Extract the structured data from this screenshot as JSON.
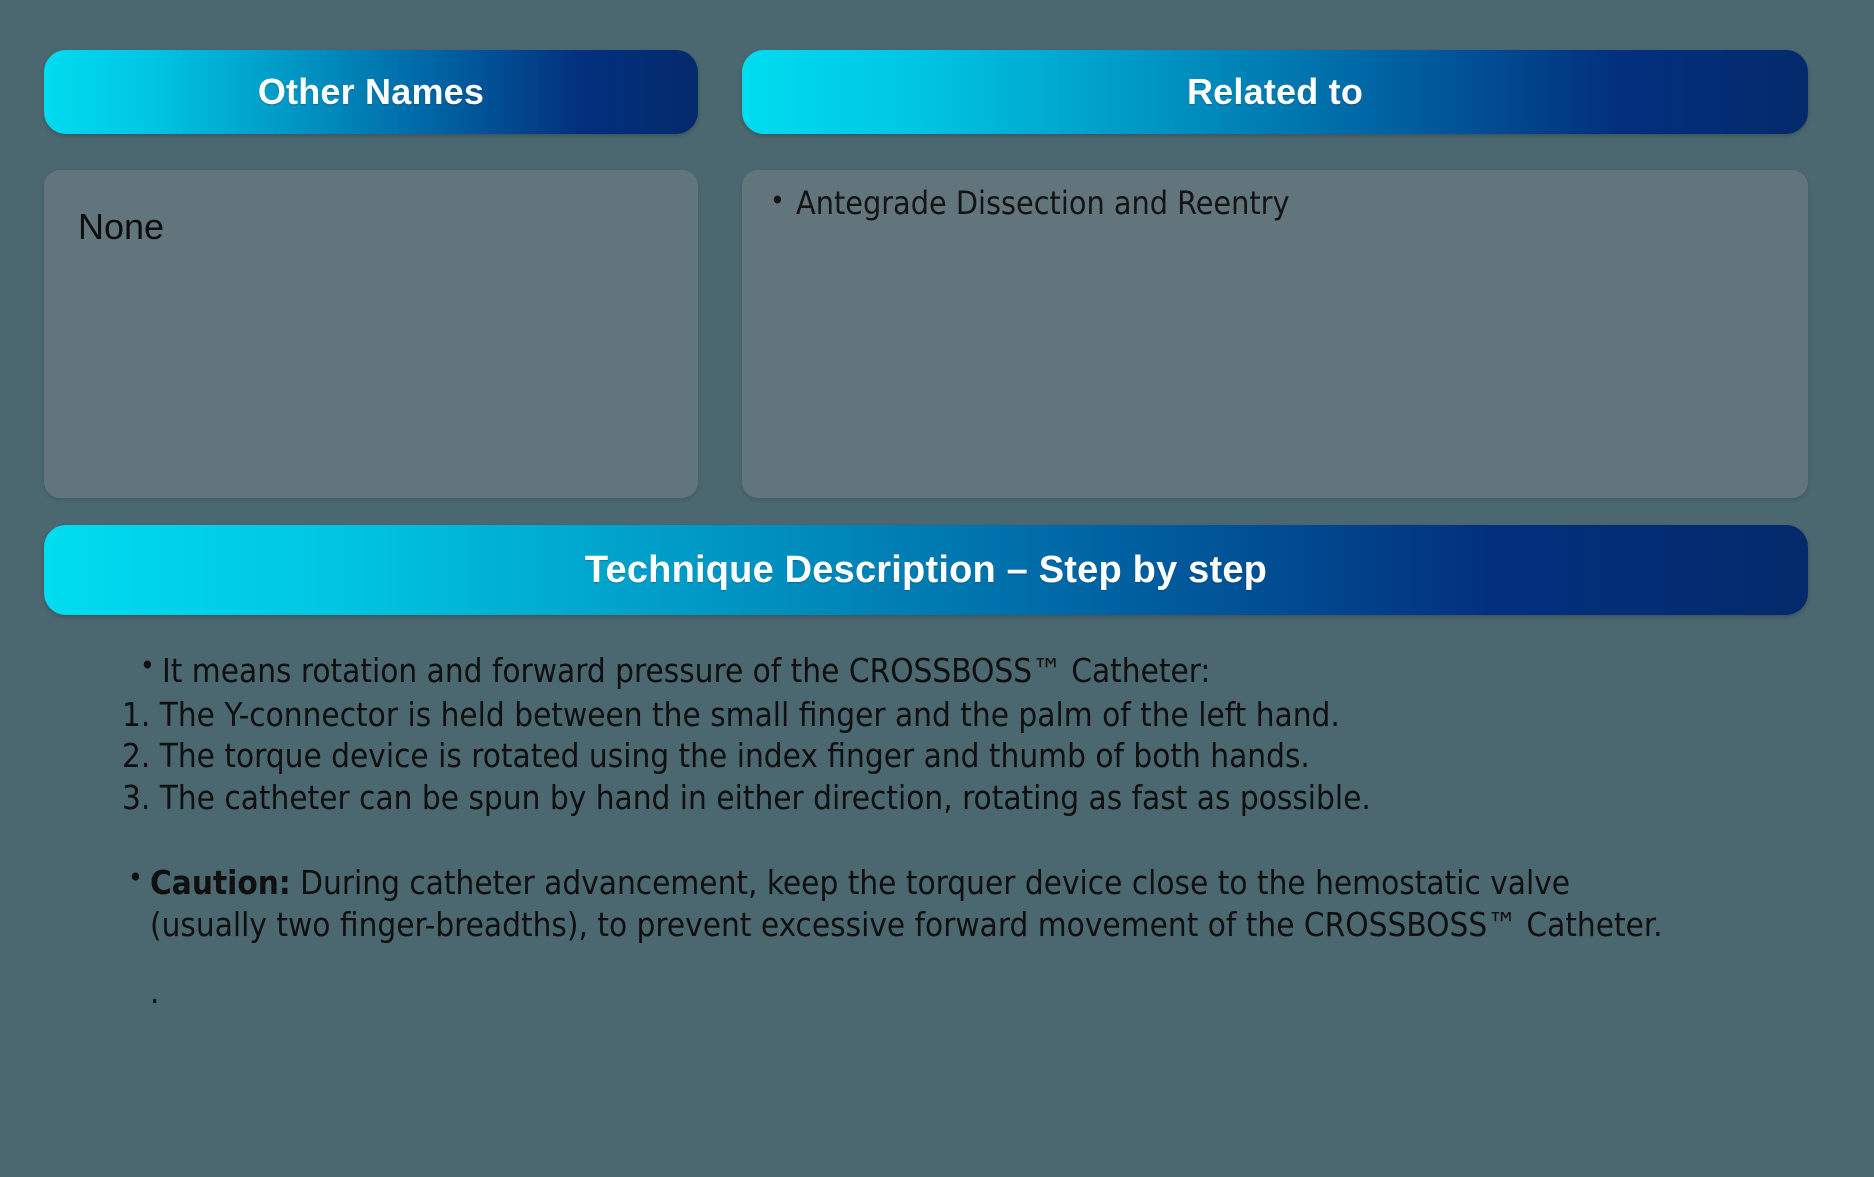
{
  "background_color": "#4b6770",
  "panel_color": "#63757c",
  "accent_gradient": {
    "from": "#00dcf0",
    "mid": "#0097c4",
    "to": "#042a6b"
  },
  "headers": {
    "other_names": "Other Names",
    "related_to": "Related to",
    "technique": "Technique Description – Step by step"
  },
  "other_names_panel": {
    "text": "None"
  },
  "related_to_panel": {
    "items": [
      "Antegrade Dissection and Reentry"
    ]
  },
  "technique": {
    "intro_bullet": "It means rotation and forward pressure of the CROSSBOSS™ Catheter:",
    "steps": [
      "1. The Y-connector is held between the small finger and the palm of the left hand.",
      "2. The torque device is rotated using the index finger and thumb of both hands.",
      "3. The catheter can be spun by hand in either direction, rotating as fast as possible."
    ],
    "caution_label": "Caution:",
    "caution_text": " During catheter advancement, keep the torquer device close to the hemostatic valve (usually two finger-breadths), to prevent excessive forward movement of the CROSSBOSS™ Catheter.",
    "trailing_mark": "."
  }
}
